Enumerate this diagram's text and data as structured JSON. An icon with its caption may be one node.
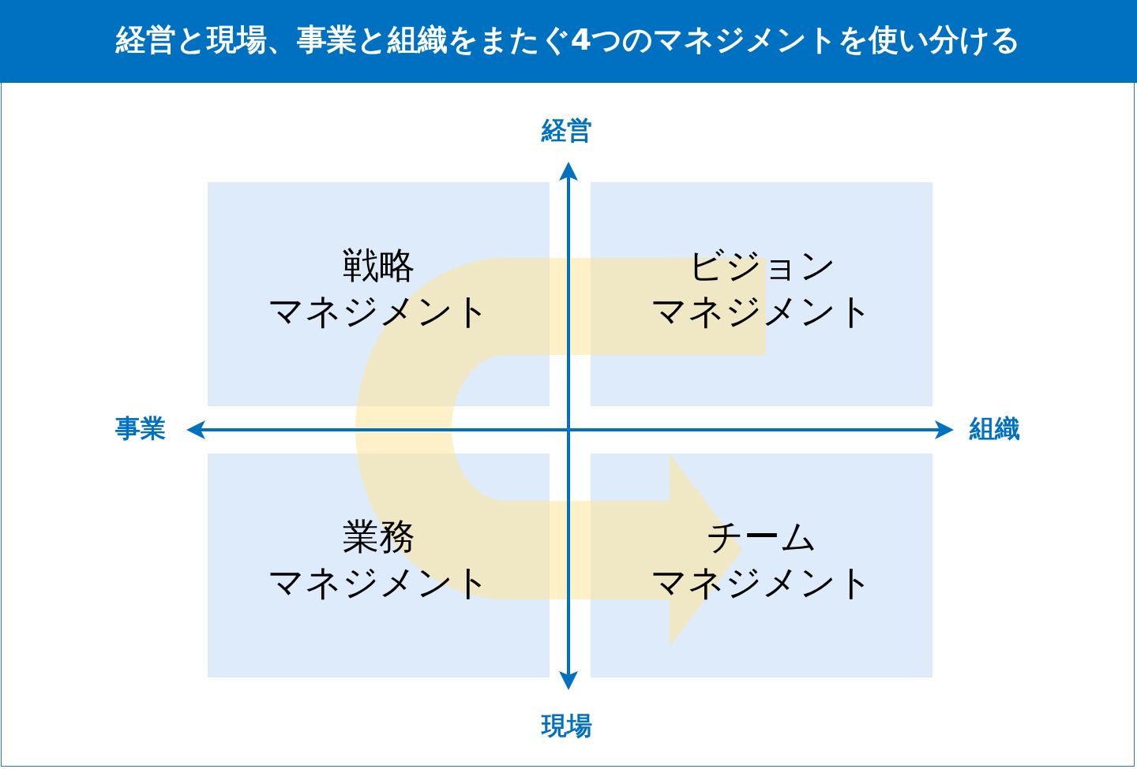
{
  "diagram": {
    "title": "経営と現場、事業と組織をまたぐ4つのマネジメントを使い分ける",
    "nodes": [
      {
        "text": [
          "戦略",
          "マネジメント"
        ]
      },
      {
        "text": [
          "ビジョン",
          "マネジメント"
        ]
      },
      {
        "text": [
          "業務",
          "マネジメント"
        ]
      },
      {
        "text": [
          "チーム",
          "マネジメント"
        ]
      }
    ],
    "labels": [
      "経営",
      "事業",
      "組織",
      "現場"
    ]
  }
}
